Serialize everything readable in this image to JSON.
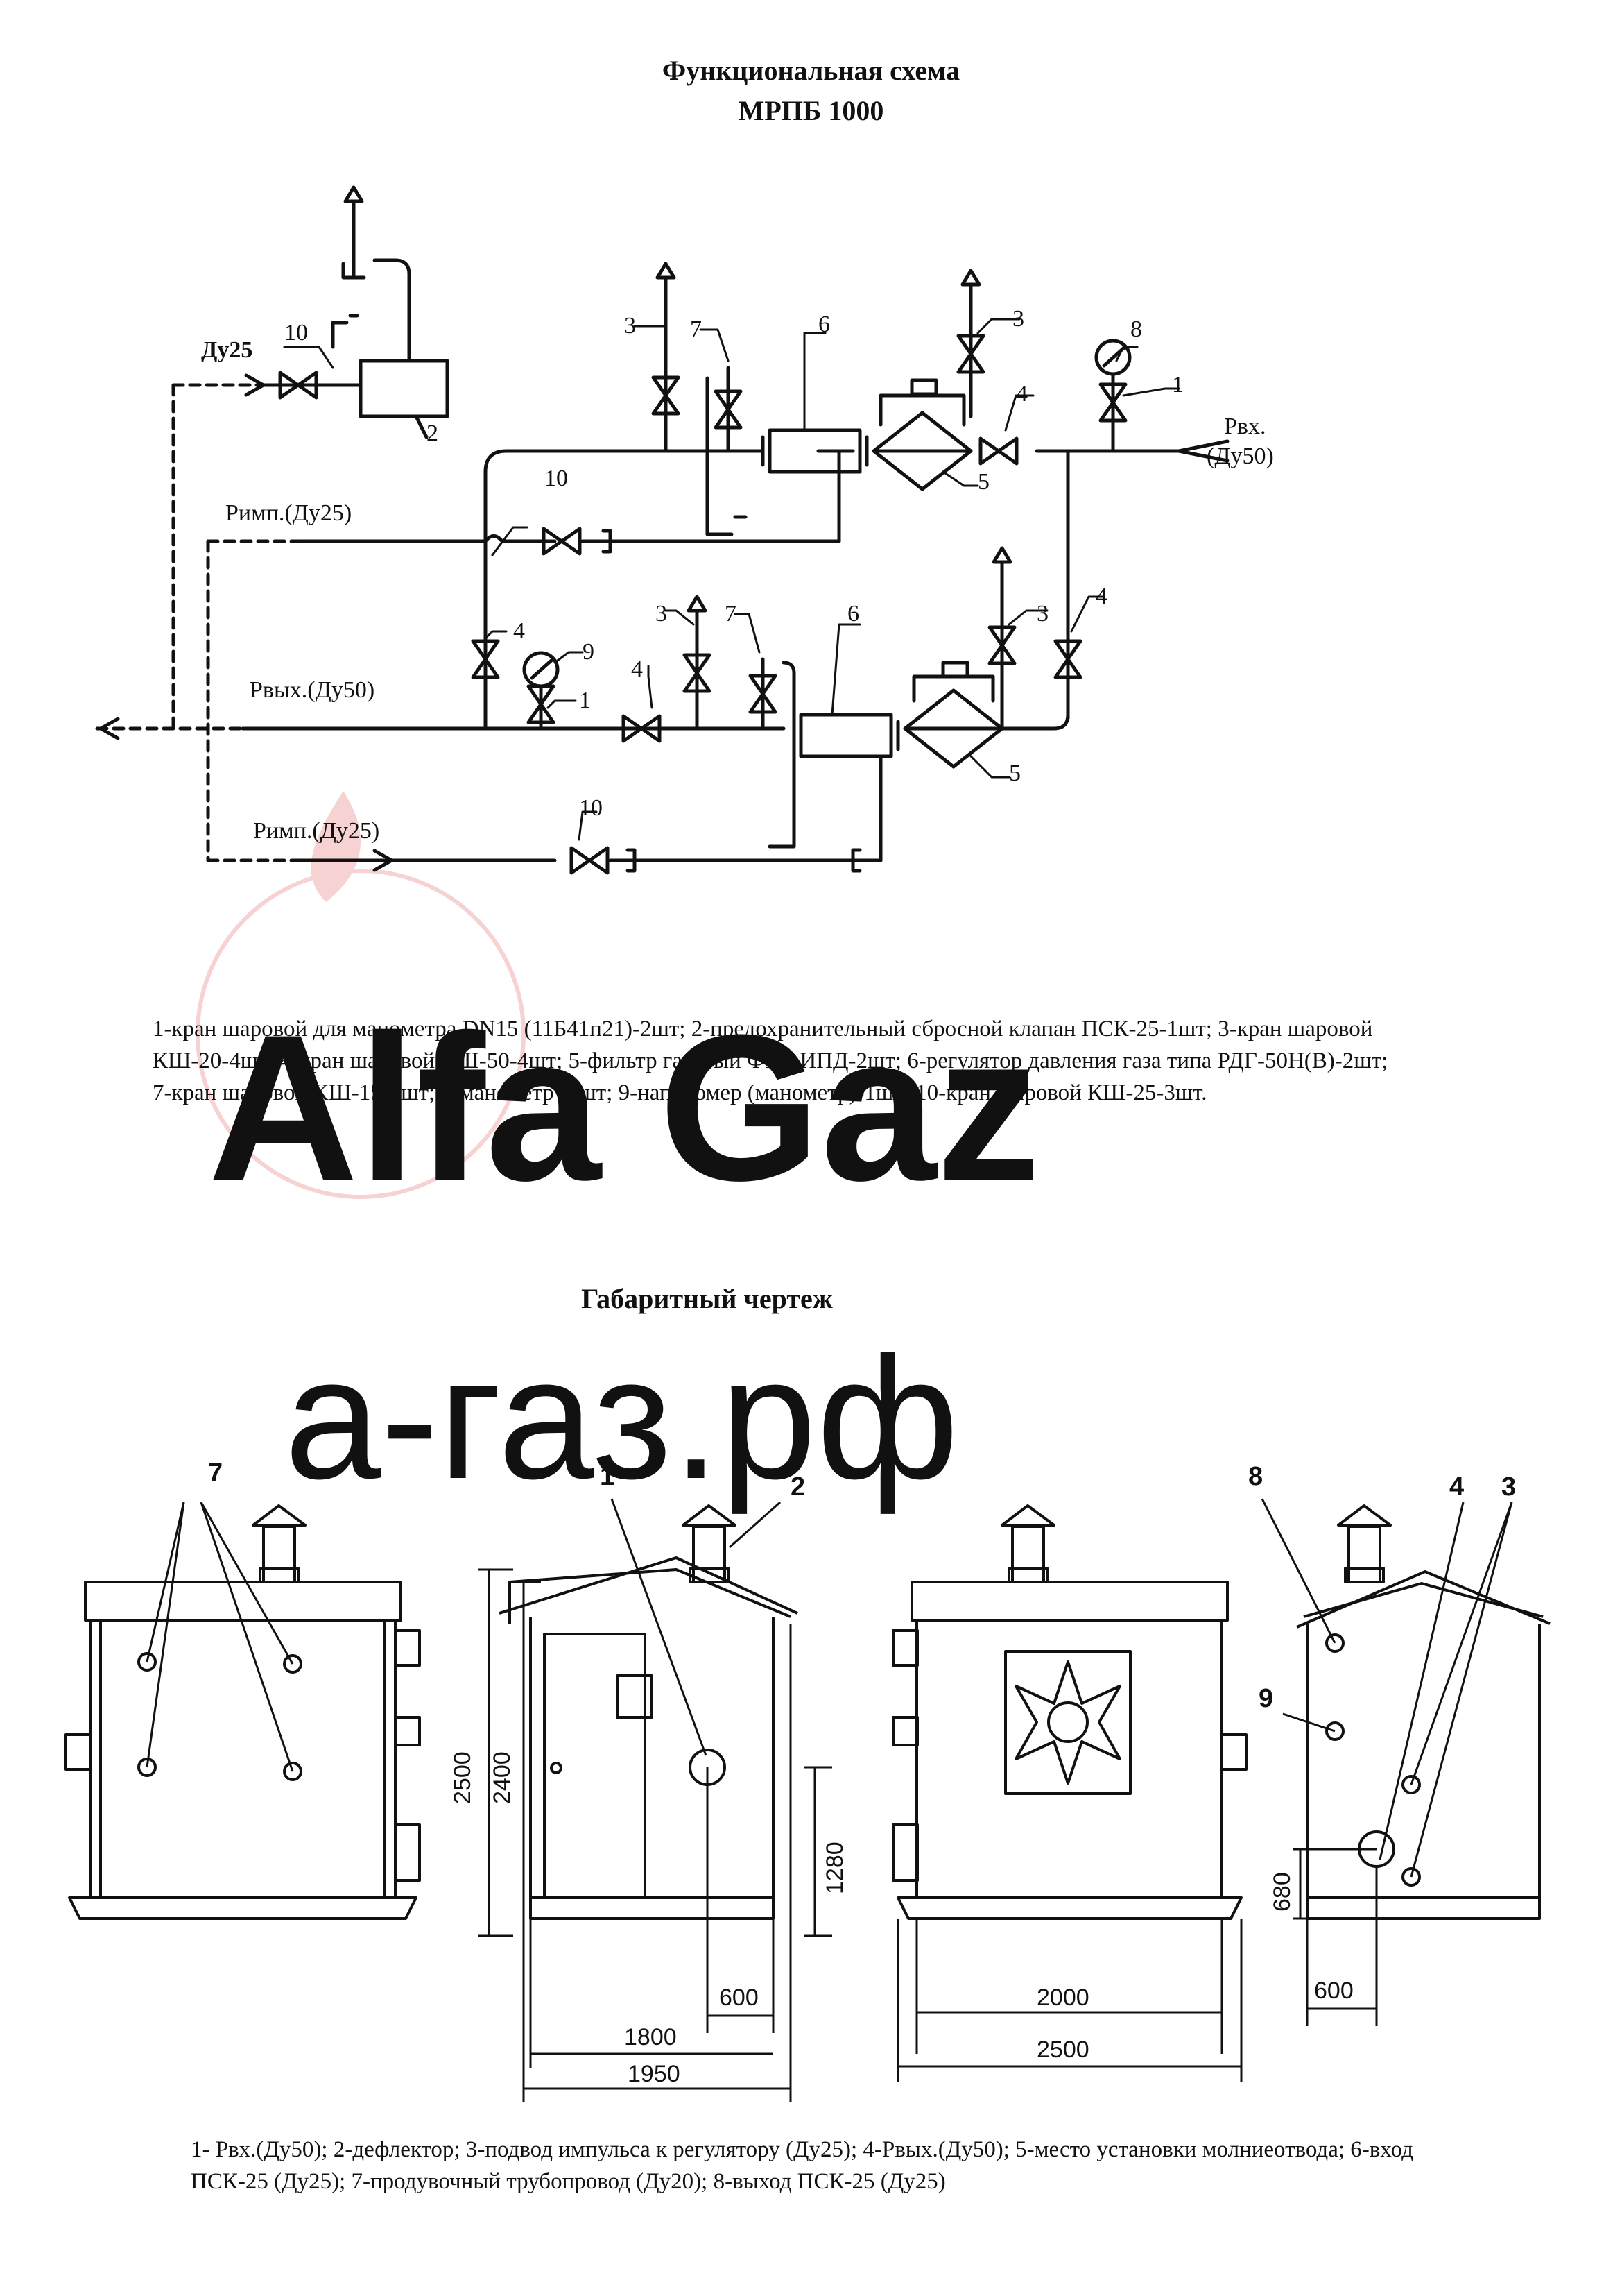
{
  "page": {
    "title_line1": "Функциональная схема",
    "title_line2": "МРПБ 1000",
    "section2_title": "Габаритный чертеж"
  },
  "watermark": {
    "brand": "Alfa Gaz",
    "domain": "а-газ.рф",
    "color": "#f5c9c9"
  },
  "schema": {
    "labels": {
      "du25": "Ду25",
      "p_in": "Рвх.",
      "p_in_du": "(Ду50)",
      "p_imp_top": "Римп.(Ду25)",
      "p_out": "Рвых.(Ду50)",
      "p_imp_bottom": "Римп.(Ду25)"
    },
    "callouts": [
      "10",
      "2",
      "3",
      "7",
      "6",
      "3",
      "8",
      "1",
      "4",
      "5",
      "10",
      "4",
      "9",
      "1",
      "4",
      "3",
      "7",
      "6",
      "3",
      "4",
      "5",
      "10"
    ]
  },
  "legend_top": "1-кран шаровой для манометра DN15 (11Б41п21)-2шт; 2-предохранительный сбросной клапан ПСК-25-1шт; 3-кран шаровой КШ-20-4шт; 4-кран шаровой КШ-50-4шт; 5-фильтр газовый ФГ с ИПД-2шт; 6-регулятор давления газа типа РДГ-50Н(В)-2шт; 7-кран шаровой КШ-15-2шт; 8-манометр -1шт; 9-напоромер (манометр)-1шт; 10-кран шаровой КШ-25-3шт.",
  "drawing": {
    "callouts": {
      "c7": "7",
      "c1": "1",
      "c2": "2",
      "c8": "8",
      "c4": "4",
      "c3": "3",
      "c9": "9"
    },
    "dims": {
      "d2500": "2500",
      "d2400": "2400",
      "d1280": "1280",
      "d600a": "600",
      "d1800": "1800",
      "d1950": "1950",
      "d2000": "2000",
      "d2500b": "2500",
      "d680": "680",
      "d600b": "600"
    }
  },
  "legend_bottom": "1- Рвх.(Ду50); 2-дефлектор; 3-подвод импульса к регулятору (Ду25); 4-Рвых.(Ду50); 5-место установки молниеотвода; 6-вход ПСК-25 (Ду25); 7-продувочный трубопровод (Ду20); 8-выход ПСК-25 (Ду25)"
}
